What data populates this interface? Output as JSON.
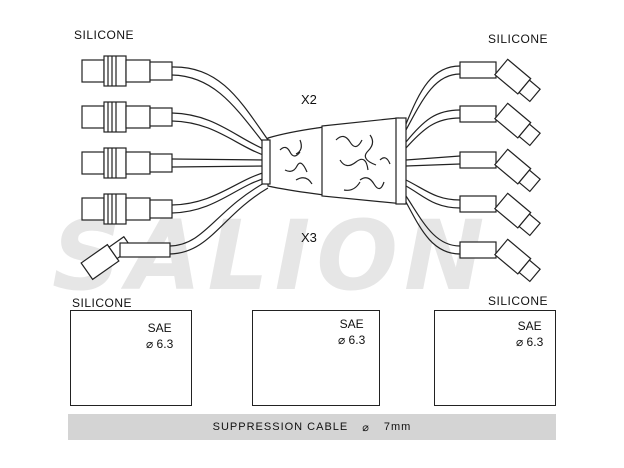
{
  "labels": {
    "silicone_top_left": "SILICONE",
    "silicone_top_right": "SILICONE",
    "silicone_bottom_left": "SILICONE",
    "silicone_bottom_right": "SILICONE",
    "x2": "X2",
    "x3": "X3"
  },
  "watermark": "SALION",
  "boxes": [
    {
      "sae_label": "SAE",
      "sae_value": "⌀ 6.3"
    },
    {
      "sae_label": "SAE",
      "sae_value": "⌀ 6.3"
    },
    {
      "sae_label": "SAE",
      "sae_value": "⌀ 6.3"
    }
  ],
  "footer": {
    "label": "SUPPRESSION CABLE",
    "diameter_symbol": "⌀",
    "diameter_value": "7mm"
  }
}
